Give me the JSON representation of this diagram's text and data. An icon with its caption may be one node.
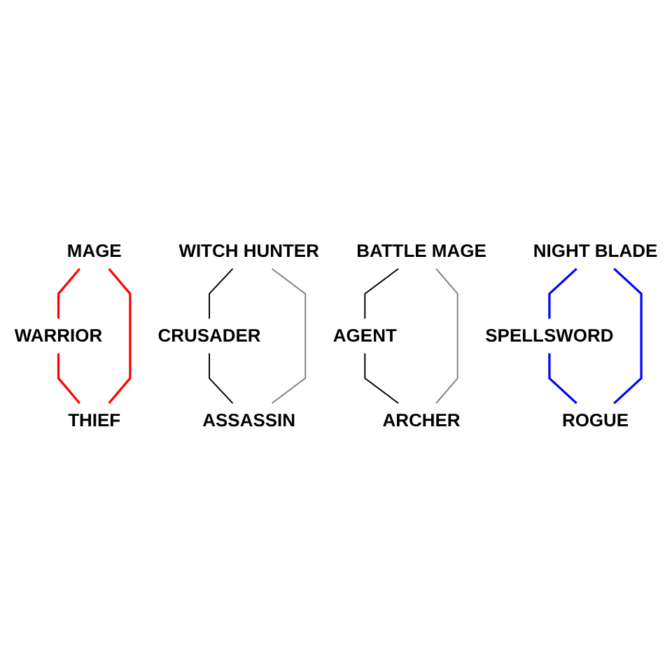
{
  "diagram": {
    "nodes": [
      {
        "text": [
          "MAGE"
        ]
      },
      {
        "text": [
          "WITCH HUNTER"
        ]
      },
      {
        "text": [
          "BATTLE MAGE"
        ]
      },
      {
        "text": [
          "NIGHT BLADE"
        ]
      },
      {
        "text": [
          "SPELLSWORD"
        ]
      },
      {
        "text": [
          "AGENT"
        ]
      },
      {
        "text": [
          "CRUSADER"
        ]
      },
      {
        "text": [
          "THIEF"
        ]
      },
      {
        "text": [
          "WARRIOR"
        ]
      },
      {
        "text": [
          "ASSASSIN"
        ]
      },
      {
        "text": [
          "ARCHER"
        ]
      },
      {
        "text": [
          "ROGUE"
        ]
      }
    ],
    "edges": [
      {
        "from": 0,
        "to": 8,
        "arrow": "none",
        "color": "#ff0000"
      },
      {
        "from": 8,
        "to": 7,
        "arrow": "none",
        "color": "#ff0000"
      },
      {
        "from": 7,
        "to": 0,
        "arrow": "none",
        "color": "#ff0000"
      },
      {
        "from": 3,
        "to": 4,
        "arrow": "none",
        "color": "#0000ff"
      },
      {
        "from": 4,
        "to": 11,
        "arrow": "none",
        "color": "#0000ff"
      },
      {
        "from": 11,
        "to": 3,
        "arrow": "none",
        "color": "#0000ff"
      },
      {
        "from": 1,
        "to": 6,
        "arrow": "none"
      },
      {
        "from": 6,
        "to": 9,
        "arrow": "none"
      },
      {
        "from": 9,
        "to": 1,
        "arrow": "none",
        "color": "#808080"
      },
      {
        "from": 2,
        "to": 5,
        "arrow": "none"
      },
      {
        "from": 5,
        "to": 10,
        "arrow": "none"
      },
      {
        "from": 10,
        "to": 2,
        "arrow": "none",
        "color": "#808080"
      }
    ]
  }
}
